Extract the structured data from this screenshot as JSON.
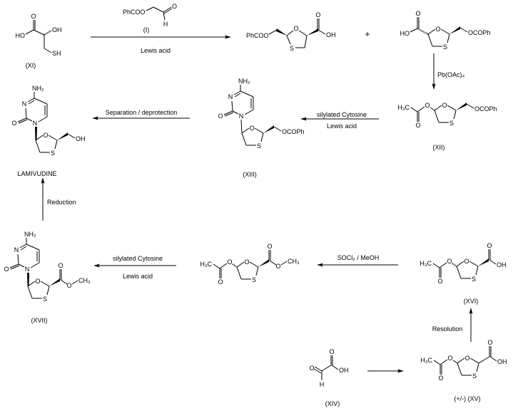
{
  "atoms": {
    "O": "O",
    "S": "S",
    "OH": "OH",
    "HO": "HO",
    "H": "H",
    "SH": "SH",
    "N": "N",
    "NH2": "NH₂",
    "H3C": "H₃C",
    "CH3": "CH₃",
    "OCOPh": "OCOPh",
    "PhCOO": "PhCOO"
  },
  "compounds": {
    "xi": "(XI)",
    "i": "(I)",
    "xii": "(XII)",
    "xiii": "(XIII)",
    "lamivudine": "LAMIVUDINE",
    "xvii": "(XVII)",
    "xvi": "(XVI)",
    "xv": "(+/-) (XV)",
    "xiv": "(XIV)"
  },
  "reactions": {
    "step1_conditions": "Lewis acid",
    "plus": "+",
    "oxidation": "Pb(OAc)₄",
    "coupling1_reagent": "silylated Cytosine",
    "coupling1_conditions": "Lewis acid",
    "deprotection": "Separation / deprotection",
    "reduction": "Reduction",
    "coupling2_reagent": "silylated Cytosine",
    "coupling2_conditions": "Lewis acid",
    "esterification": "SOCl₂ / MeOH",
    "resolution": "Resolution"
  }
}
